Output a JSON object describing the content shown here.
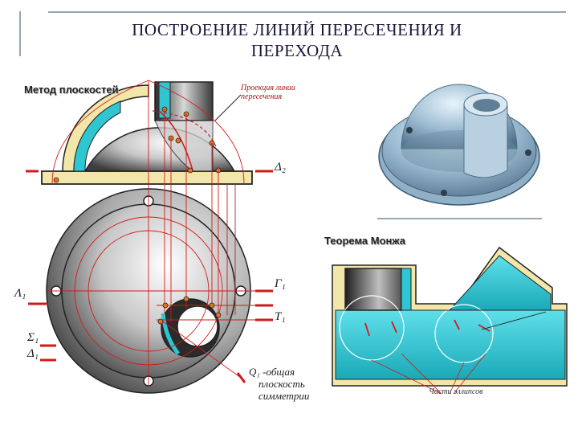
{
  "title": {
    "line1": "ПОСТРОЕНИЕ ЛИНИЙ ПЕРЕСЕЧЕНИЯ И",
    "line2": "ПЕРЕХОДА"
  },
  "left_figure": {
    "heading": "Метод плоскостей",
    "callout_line1": "Проекция линии",
    "callout_line2": "пересечения",
    "plane_delta2": "Δ₂",
    "plane_lambda1": "Λ₁",
    "plane_gamma1": "Γ₁",
    "plane_tau1": "Τ₁",
    "plane_sigma1": "Σ₁",
    "plane_delta1": "Δ₁",
    "q1_line1": "Q₁ -общая",
    "q1_line2": "плоскость",
    "q1_line3": "симметрии"
  },
  "right_figure": {
    "heading": "Теорема Монжа",
    "callout": "Части эллипсов"
  },
  "colors": {
    "cyan": "#2fc6d2",
    "gray_dark": "#4a4a4a",
    "gray_light": "#d9d9d9",
    "red": "#d01a1a",
    "flange_yellow": "#f2e6a8"
  }
}
